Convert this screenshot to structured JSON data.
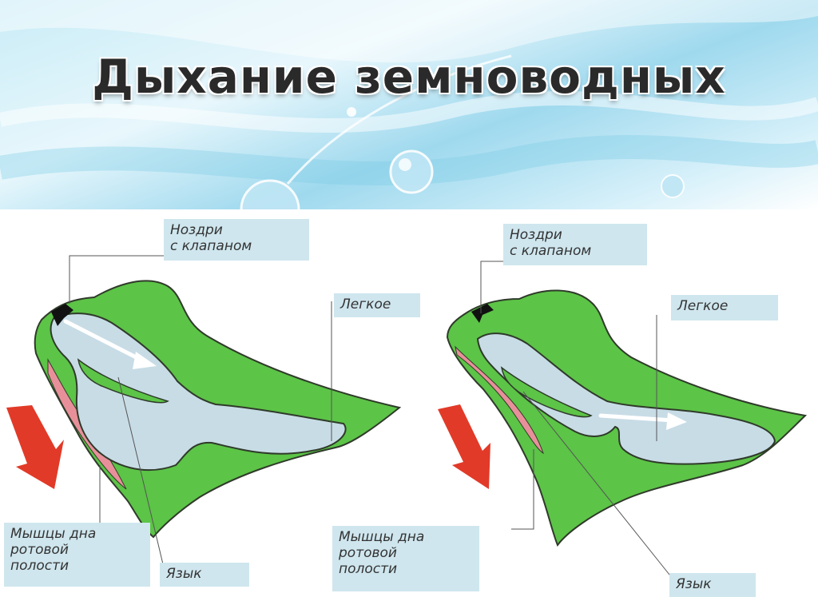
{
  "title": "Дыхание земноводных",
  "colors": {
    "body_green": "#5cc447",
    "lung_gray": "#c8dce6",
    "muscle_pink": "#e8909a",
    "arrow_red": "#e23a28",
    "label_bg": "#cfe6ee"
  },
  "panels": [
    {
      "id": "left",
      "labels": {
        "nostrils": "Ноздри\nс клапаном",
        "lung": "Легкое",
        "muscles": "Мышцы дна\nротовой\nполости",
        "tongue": "Язык"
      }
    },
    {
      "id": "right",
      "labels": {
        "nostrils": "Ноздри\nс клапаном",
        "lung": "Легкое",
        "muscles": "Мышцы дна\nротовой\nполости",
        "tongue": "Язык"
      }
    }
  ]
}
